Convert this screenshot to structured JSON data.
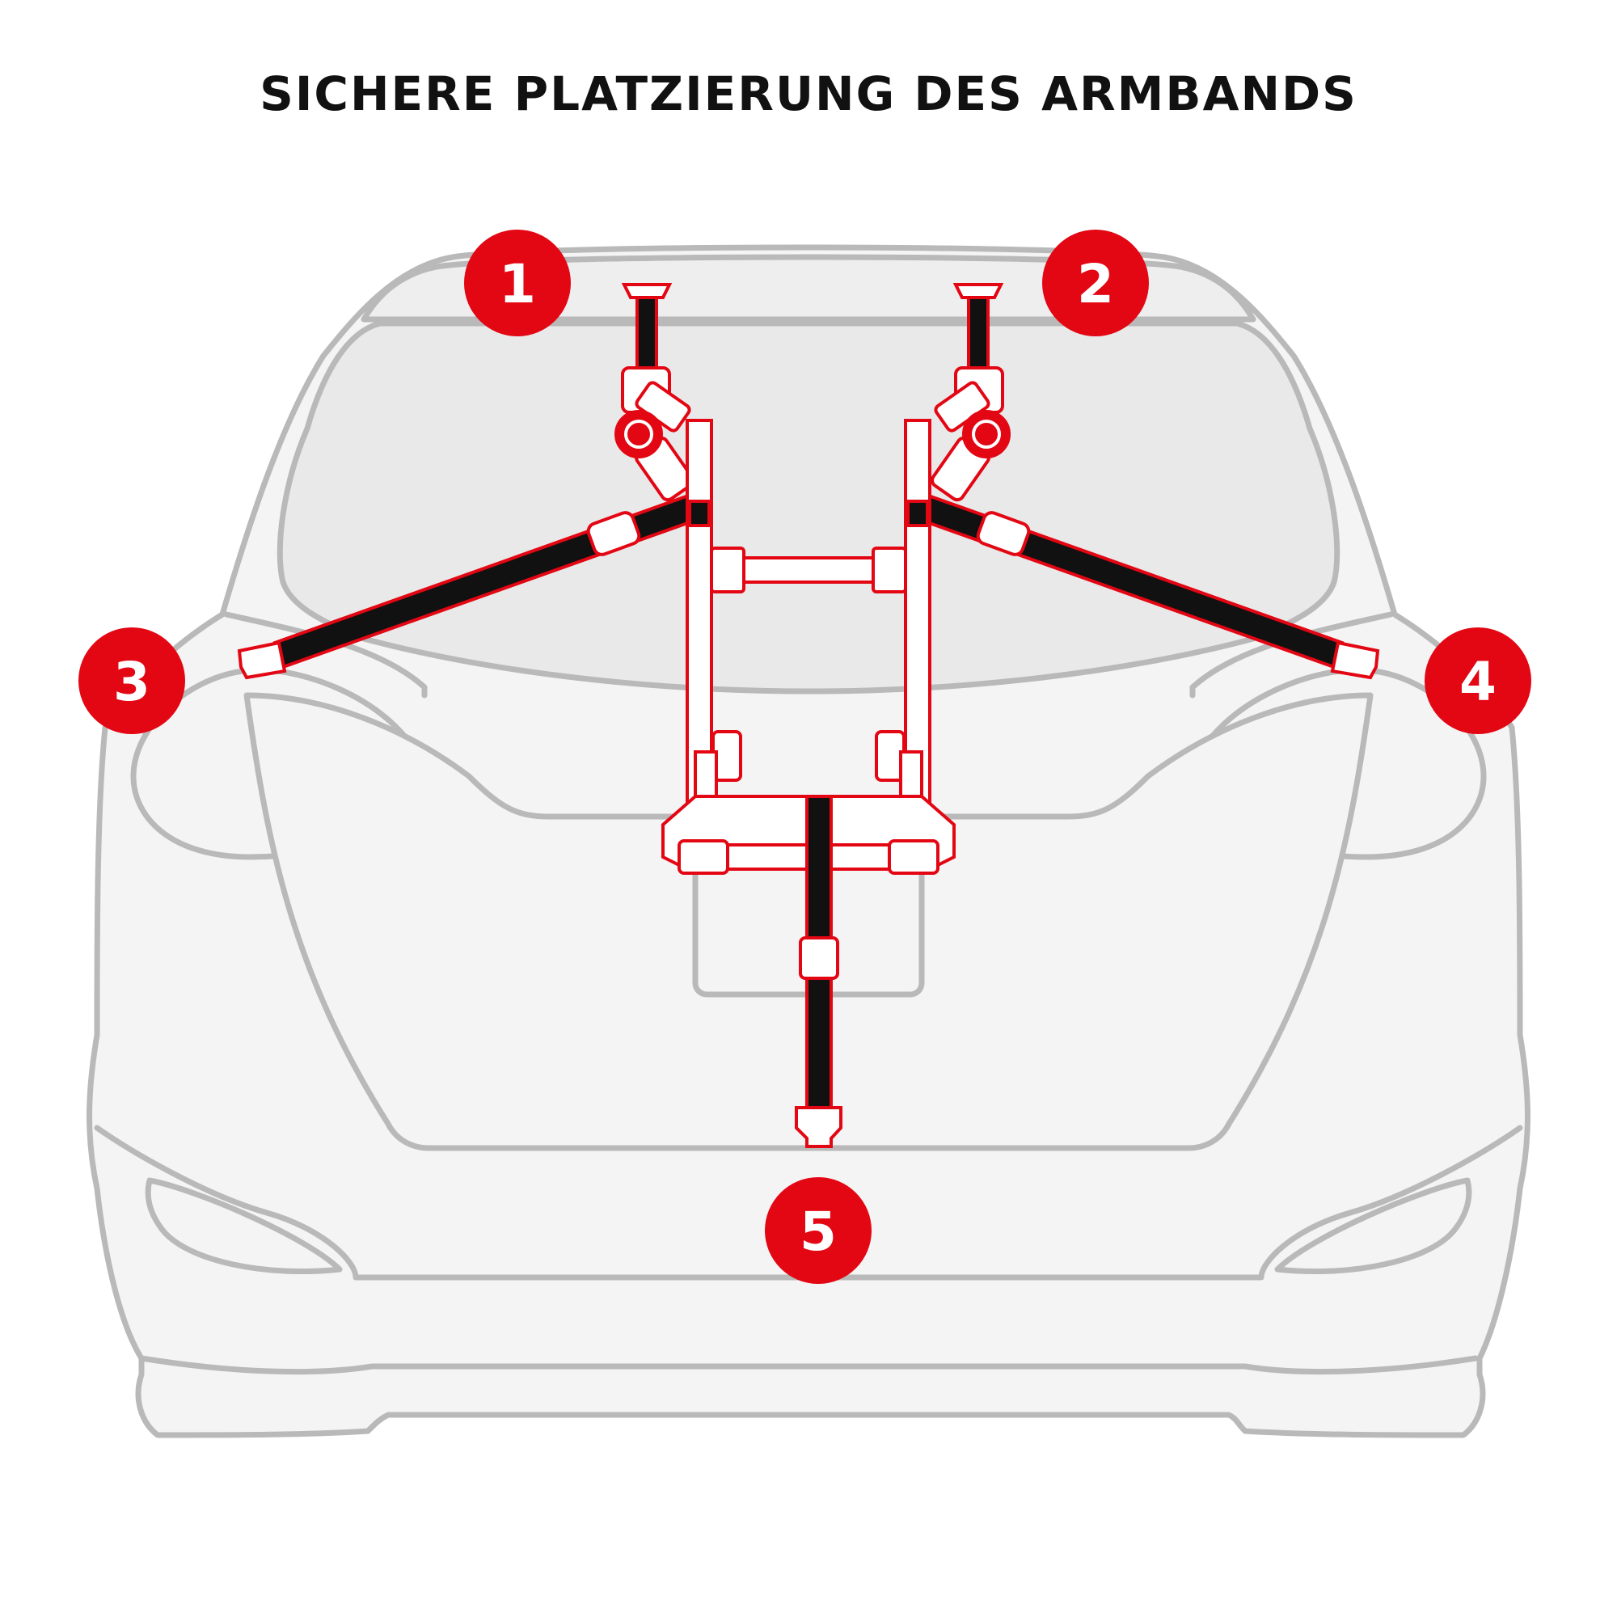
{
  "title": "SICHERE PLATZIERUNG DES ARMBANDS",
  "badges": [
    {
      "label": "1"
    },
    {
      "label": "2"
    },
    {
      "label": "3"
    },
    {
      "label": "4"
    },
    {
      "label": "5"
    }
  ],
  "colors": {
    "accent": "#e30613",
    "strap": "#111111",
    "car_outline": "#b9b9b9",
    "car_fill": "#f4f4f4",
    "glass_fill": "#e9e9e9",
    "title_text": "#111111"
  },
  "icons": {
    "car": "car-rear-outline-icon",
    "rack": "bike-rack-icon"
  }
}
